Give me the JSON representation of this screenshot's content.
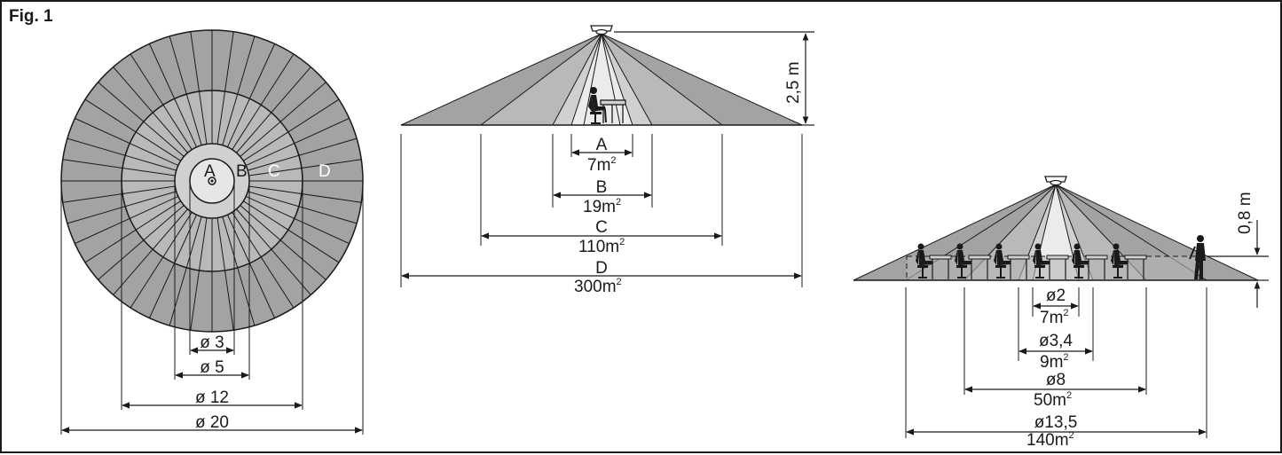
{
  "figure": {
    "title": "Fig. 1",
    "colors": {
      "outer_zone": "#a3a3a3",
      "mid_zone": "#b9b9b9",
      "inner_zone": "#d0d0d0",
      "center_zone": "#e6e6e6",
      "line": "#1a1a1a"
    }
  },
  "top_view": {
    "zone_labels": [
      "A",
      "B",
      "C",
      "D"
    ],
    "dimensions": [
      {
        "label": "ø 3"
      },
      {
        "label": "ø 5"
      },
      {
        "label": "ø 12"
      },
      {
        "label": "ø 20"
      }
    ]
  },
  "side_view_high": {
    "height_label": "2,5 m",
    "zones": [
      {
        "letter": "A",
        "area": "7m",
        "unit_sup": "2"
      },
      {
        "letter": "B",
        "area": "19m",
        "unit_sup": "2"
      },
      {
        "letter": "C",
        "area": "110m",
        "unit_sup": "2"
      },
      {
        "letter": "D",
        "area": "300m",
        "unit_sup": "2"
      }
    ]
  },
  "side_view_low": {
    "height_label": "0,8 m",
    "zones": [
      {
        "diameter": "ø2",
        "area": "7m",
        "unit_sup": "2"
      },
      {
        "diameter": "ø3,4",
        "area": "9m",
        "unit_sup": "2"
      },
      {
        "diameter": "ø8",
        "area": "50m",
        "unit_sup": "2"
      },
      {
        "diameter": "ø13,5",
        "area": "140m",
        "unit_sup": "2"
      }
    ]
  }
}
